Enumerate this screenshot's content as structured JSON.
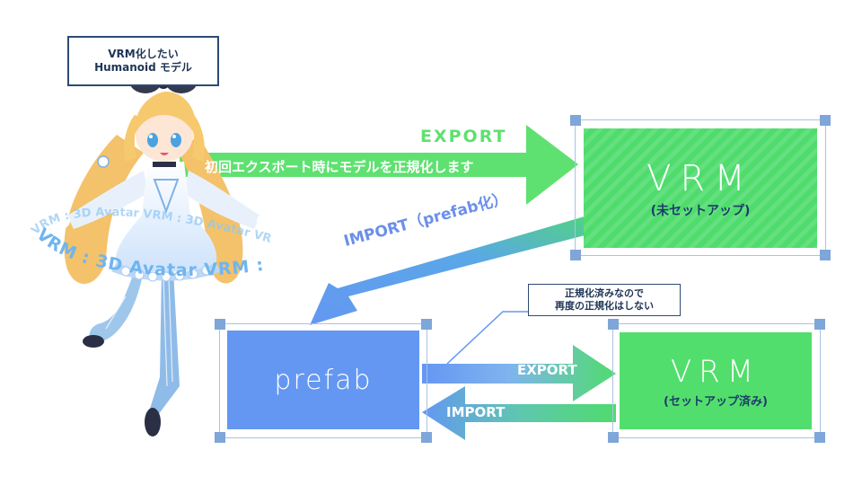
{
  "model_label": {
    "line1": "VRM化したい",
    "line2": "Humanoid モデル"
  },
  "character": {
    "ring_text": "VRM : 3D Avatar VRM : 3D Avatar VRM : 3D"
  },
  "vrm_unsetup": {
    "title": "VRM",
    "subtitle": "(未セットアップ)"
  },
  "prefab": {
    "title": "prefab"
  },
  "vrm_setup": {
    "title": "VRM",
    "subtitle": "(セットアップ済み)"
  },
  "arrows": {
    "export_top": {
      "label": "EXPORT",
      "description": "初回エクスポート時にモデルを正規化します"
    },
    "import_top": {
      "label": "IMPORT（prefab化）"
    },
    "export_bottom": {
      "label": "EXPORT"
    },
    "import_bottom": {
      "label": "IMPORT"
    }
  },
  "note": {
    "line1": "正規化済みなので",
    "line2": "再度の正規化はしない"
  },
  "colors": {
    "green": "#4fdc6d",
    "blue": "#6497f2",
    "label_border": "#2d4a73",
    "handle": "#7ea6d9"
  }
}
